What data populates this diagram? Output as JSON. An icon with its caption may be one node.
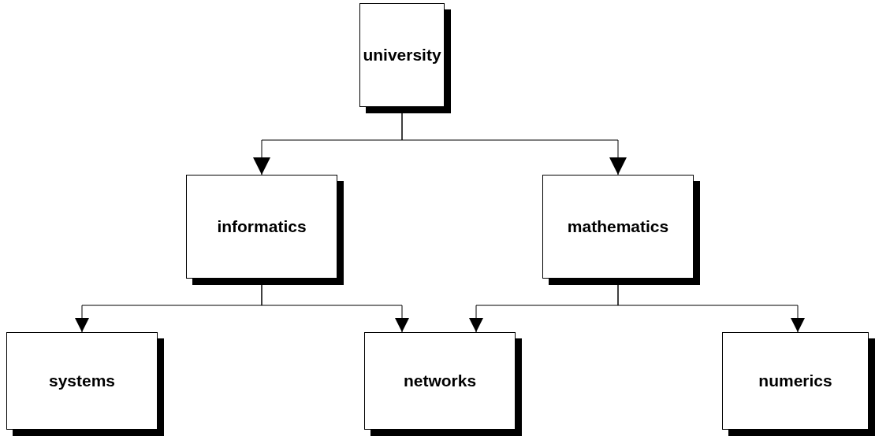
{
  "diagram": {
    "nodes": [
      {
        "text": [
          "university"
        ]
      },
      {
        "text": [
          "informatics"
        ]
      },
      {
        "text": [
          "mathematics"
        ]
      },
      {
        "text": [
          "systems"
        ]
      },
      {
        "text": [
          "networks"
        ]
      },
      {
        "text": [
          "numerics"
        ]
      }
    ],
    "edges": [
      {
        "from": 0,
        "to": 1,
        "arrow": "to"
      },
      {
        "from": 0,
        "to": 2,
        "arrow": "to"
      },
      {
        "from": 1,
        "to": 3,
        "arrow": "to"
      },
      {
        "from": 1,
        "to": 4,
        "arrow": "to"
      },
      {
        "from": 2,
        "to": 4,
        "arrow": "to"
      },
      {
        "from": 2,
        "to": 5,
        "arrow": "to"
      }
    ]
  }
}
